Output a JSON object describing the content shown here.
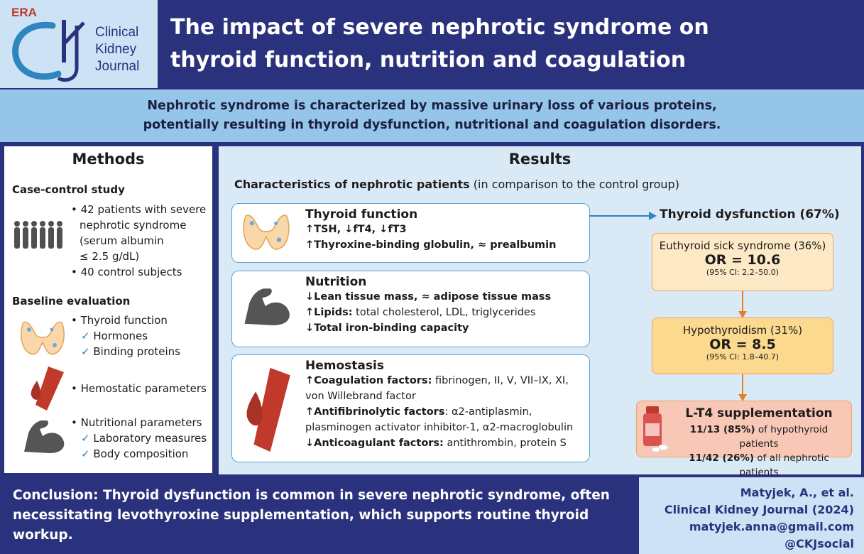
{
  "header": {
    "era_logo": "ERA",
    "journal_lines": [
      "Clinical",
      "Kidney",
      "Journal"
    ],
    "title_lines": [
      "The impact of severe nephrotic syndrome on",
      "thyroid function, nutrition and coagulation"
    ]
  },
  "intro": {
    "lines": [
      "Nephrotic syndrome is characterized by massive urinary loss of various proteins,",
      "potentially resulting in thyroid dysfunction, nutritional and coagulation disorders."
    ]
  },
  "methods": {
    "title": "Methods",
    "study_heading": "Case-control study",
    "study_items": [
      "• 42 patients with severe",
      "nephrotic syndrome",
      "(serum albumin",
      "≤ 2.5 g/dL)",
      "• 40 control subjects"
    ],
    "baseline_heading": "Baseline evaluation",
    "thyroid_item": "• Thyroid function",
    "thyroid_subs": [
      "Hormones",
      "Binding proteins"
    ],
    "hemostatic_item": "• Hemostatic parameters",
    "nutritional_item": "• Nutritional parameters",
    "nutritional_subs": [
      "Laboratory measures",
      "Body composition"
    ],
    "check": "✓"
  },
  "results": {
    "title": "Results",
    "subtitle_bold": "Characteristics of nephrotic patients",
    "subtitle_rest": " (in comparison to the control group)",
    "thyroid": {
      "title": "Thyroid function",
      "line1": "↑TSH, ↓fT4, ↓fT3",
      "line2": "↑Thyroxine-binding globulin, ≈ prealbumin"
    },
    "nutrition": {
      "title": "Nutrition",
      "line1": "↓Lean tissue mass, ≈ adipose tissue mass",
      "line2_bold": "↑Lipids:",
      "line2_rest": " total cholesterol, LDL, triglycerides",
      "line3": "↓Total iron-binding capacity"
    },
    "hemostasis": {
      "title": "Hemostasis",
      "line1_bold": "↑Coagulation factors:",
      "line1_rest": " fibrinogen, II, V, VII–IX, XI,",
      "line2": "von Willebrand factor",
      "line3_bold": "↑Antifibrinolytic factors",
      "line3_rest": ": α2-antiplasmin,",
      "line4": "plasminogen activator inhibitor-1, α2-macroglobulin",
      "line5_bold": "↓Anticoagulant factors:",
      "line5_rest": " antithrombin, protein S"
    },
    "dysfunction_title": "Thyroid dysfunction (67%)",
    "euthyroid": {
      "label": "Euthyroid sick syndrome (36%)",
      "or": "OR = 10.6",
      "ci": "(95% CI: 2.2–50.0)"
    },
    "hypothyroid": {
      "label": "Hypothyroidism (31%)",
      "or": "OR = 8.5",
      "ci": "(95% CI: 1.8–40.7)"
    },
    "lt4": {
      "title": "L-T4 supplementation",
      "line1_bold": "11/13 (85%)",
      "line1_rest": " of hypothyroid patients",
      "line2_bold": "11/42 (26%)",
      "line2_rest": " of all nephrotic patients"
    }
  },
  "conclusion": {
    "lines": [
      "Conclusion: Thyroid dysfunction is common in severe nephrotic syndrome, often",
      "necessitating levothyroxine supplementation, which supports routine thyroid",
      "workup."
    ]
  },
  "citation": {
    "author": "Matyjek, A., et al.",
    "journal": "Clinical Kidney Journal (2024)",
    "email": "matyjek.anna@gmail.com",
    "social": "@CKJsocial"
  },
  "colors": {
    "navy": "#2b327d",
    "light_blue": "#cde3f5",
    "band_blue": "#95c6ea",
    "results_bg": "#dae9f6",
    "orange_border": "#f0a35e",
    "euthyroid_fill": "#fde9c6",
    "hypothyroid_fill": "#fbd98f",
    "lt4_fill": "#f8c7b5"
  }
}
